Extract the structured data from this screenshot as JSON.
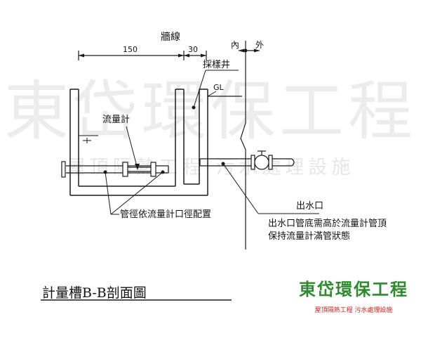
{
  "labels": {
    "wall_line": "牆線",
    "dim_150": "150",
    "dim_30": "30",
    "inside": "內",
    "outside": "外",
    "sampling_well": "採樣井",
    "gl": "GL",
    "flow_meter": "流量計",
    "pipe_diameter_note": "管徑依流量計口徑配置",
    "outlet": "出水口",
    "outlet_note_1": "出水口管底需高於流量計管頂",
    "outlet_note_2": "保持流量計滿管狀態",
    "drawing_title": "計量槽B-B剖面圖"
  },
  "watermark": {
    "company": "東岱環保工程",
    "services": "屋頂隔熱工程  污水處理設施"
  },
  "logo": {
    "company": "東岱環保工程",
    "services": "屋頂隔熱工程 污水處理設施"
  },
  "colors": {
    "line": "#1a1a1a",
    "pipe_fill": "#ffffff",
    "logo_green": "#2e8b2e",
    "logo_red": "#d02020",
    "watermark": "#ebebeb"
  }
}
